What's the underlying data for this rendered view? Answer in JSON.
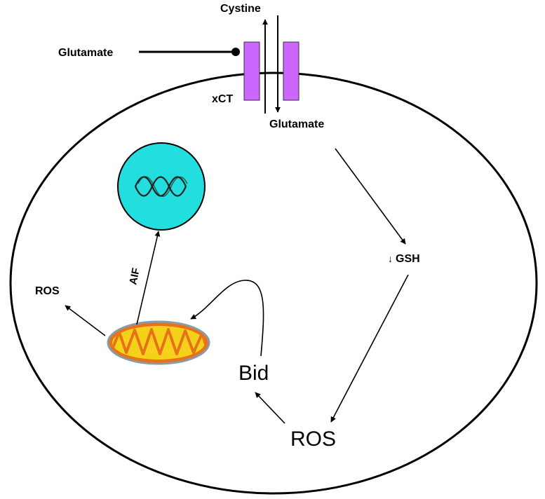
{
  "labels": {
    "cystine": "Cystine",
    "glutamate_outside": "Glutamate",
    "xct": "xCT",
    "glutamate_inside": "Glutamate",
    "gsh_arrow": "↓",
    "gsh": "GSH",
    "ros_center": "ROS",
    "bid": "Bid",
    "aif": "AIF",
    "ros_left": "ROS"
  },
  "colors": {
    "transporter": "#cc66ff",
    "nucleus": "#22dede",
    "mito_outer": "#e8721a",
    "mito_inner": "#f5d21a",
    "mito_rim": "#8a9aa8",
    "line": "#000000"
  }
}
